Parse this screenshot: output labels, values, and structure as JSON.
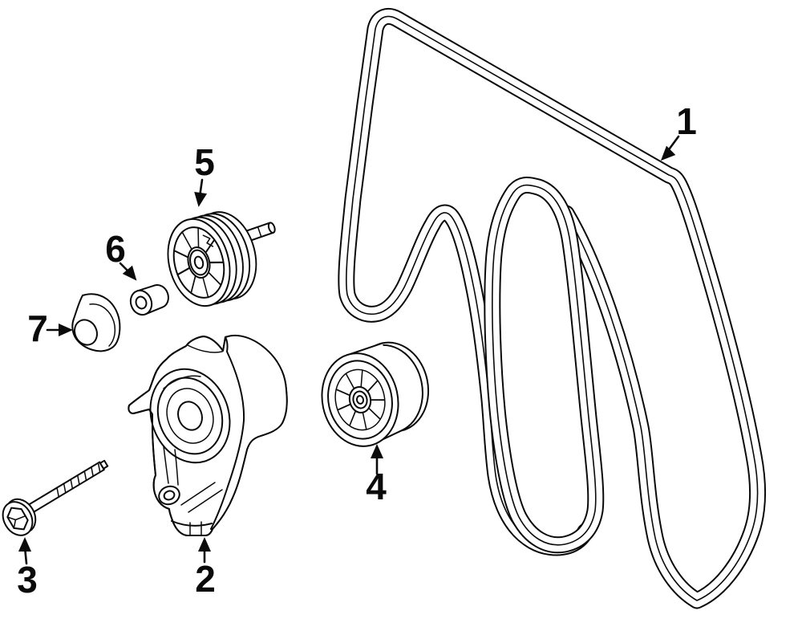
{
  "diagram": {
    "background": "#ffffff",
    "line_color": "#0a0a0a",
    "callouts": [
      {
        "number": "1",
        "part": "serpentine-belt"
      },
      {
        "number": "2",
        "part": "belt-tensioner"
      },
      {
        "number": "3",
        "part": "tensioner-mount-bolt"
      },
      {
        "number": "4",
        "part": "idler-pulley"
      },
      {
        "number": "5",
        "part": "tensioner-pulley"
      },
      {
        "number": "6",
        "part": "spacer-bushing"
      },
      {
        "number": "7",
        "part": "cap"
      }
    ]
  }
}
